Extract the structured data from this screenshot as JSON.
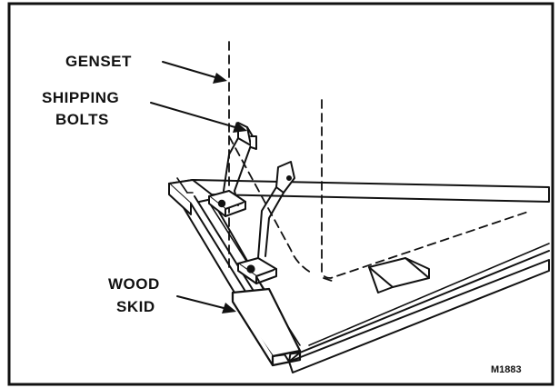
{
  "labels": {
    "genset": "GENSET",
    "shipping_bolts_line1": "SHIPPING",
    "shipping_bolts_line2": "BOLTS",
    "wood_skid_line1": "WOOD",
    "wood_skid_line2": "SKID",
    "figure_id": "M1883"
  }
}
